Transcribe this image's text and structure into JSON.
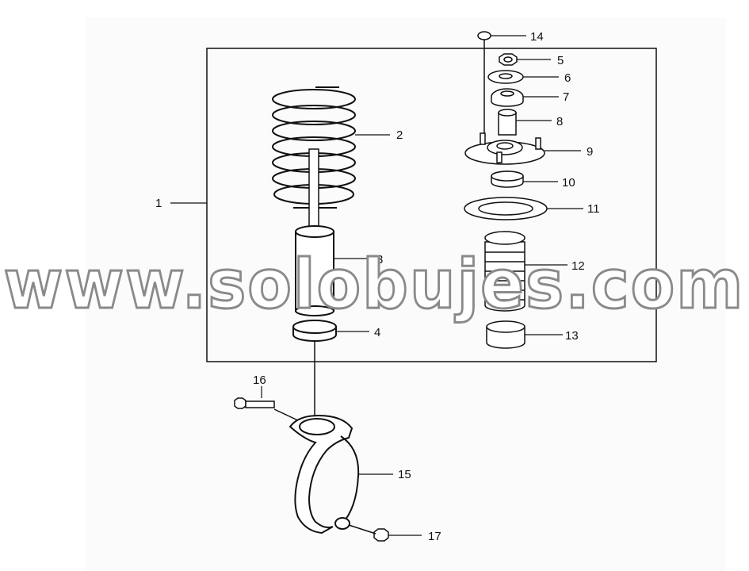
{
  "watermark": "www.solobujes.com",
  "callouts": {
    "c1": "1",
    "c2": "2",
    "c3": "3",
    "c4": "4",
    "c5": "5",
    "c6": "6",
    "c7": "7",
    "c8": "8",
    "c9": "9",
    "c10": "10",
    "c11": "11",
    "c12": "12",
    "c13": "13",
    "c14": "14",
    "c15": "15",
    "c16": "16",
    "c17": "17"
  },
  "colors": {
    "line": "#111111",
    "background": "#ffffff",
    "watermark_outline": "#8a8a8a"
  }
}
